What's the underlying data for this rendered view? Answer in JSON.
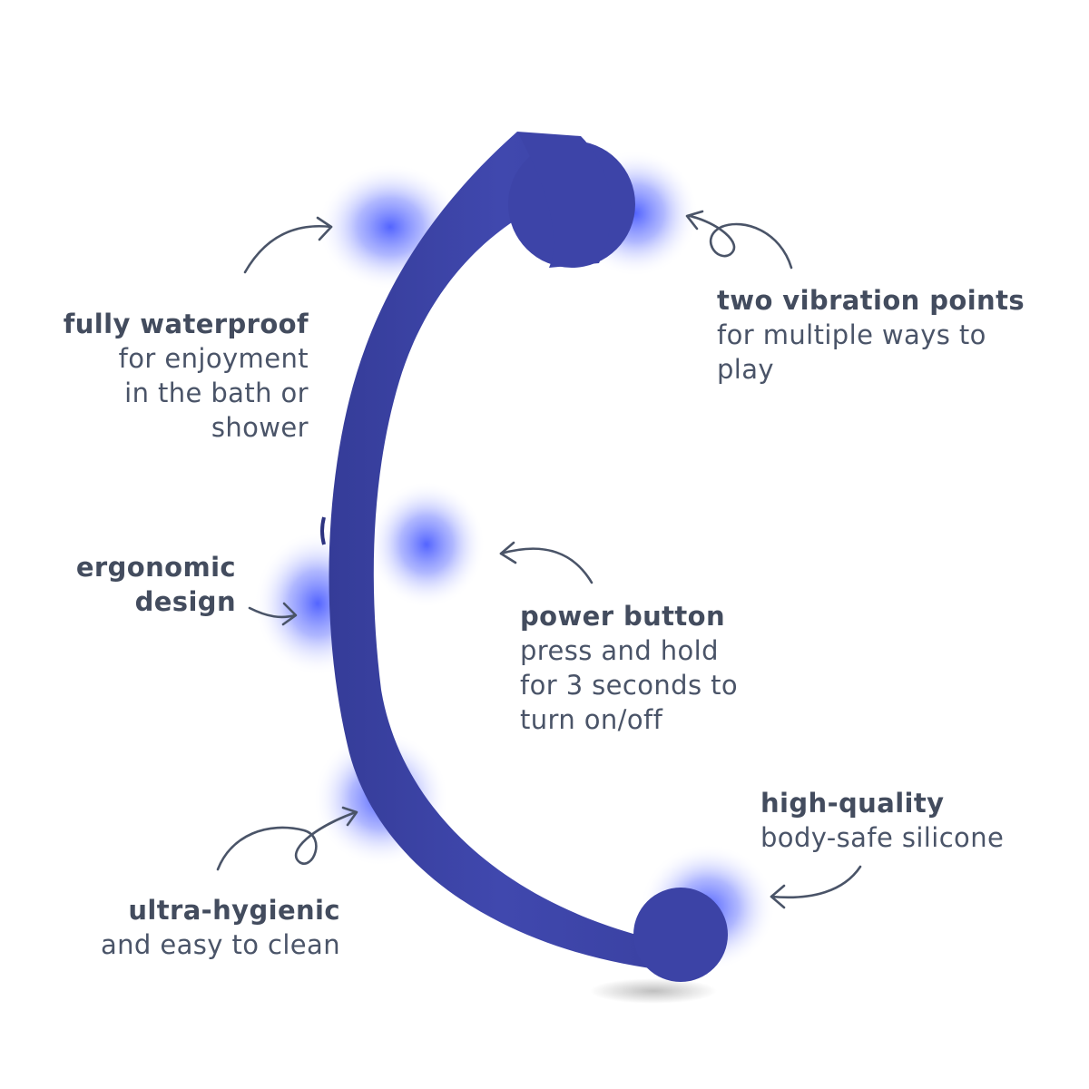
{
  "colors": {
    "product": "#3d44a8",
    "glow": "#4a5cff",
    "text": "#4a5468",
    "arrow": "#4a5468"
  },
  "features": {
    "waterproof": {
      "title": "fully waterproof",
      "desc": "for enjoyment\nin the bath or\nshower"
    },
    "vibration": {
      "title": "two vibration points",
      "desc": "for multiple ways to\nplay"
    },
    "ergonomic": {
      "title": "ergonomic\ndesign",
      "desc": ""
    },
    "power": {
      "title": "power button",
      "desc": "press and hold\nfor 3 seconds to\nturn on/off"
    },
    "quality": {
      "title": "high-quality",
      "desc": "body-safe silicone"
    },
    "hygienic": {
      "title": "ultra-hygienic",
      "desc": "and easy to clean"
    }
  }
}
